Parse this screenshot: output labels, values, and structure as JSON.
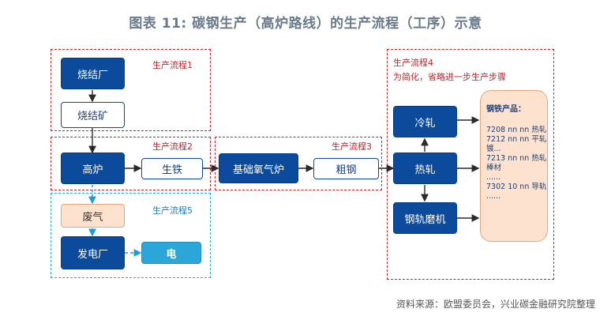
{
  "title": "图表 11: 碳钢生产（高炉路线）的生产流程（工序）示意",
  "stages": {
    "s1": "生产流程1",
    "s2": "生产流程2",
    "s3": "生产流程3",
    "s4": "生产流程4",
    "s4_note": "为简化，省略进一步生产步骤",
    "s5": "生产流程5"
  },
  "nodes": {
    "sinter_plant": "烧结厂",
    "sinter_ore": "烧结矿",
    "blast_furnace": "高炉",
    "pig_iron": "生铁",
    "bof": "基础氧气炉",
    "crude_steel": "粗钢",
    "cold_rolling": "冷轧",
    "hot_rolling": "热轧",
    "rail_mill": "钢轨磨机",
    "waste_gas": "废气",
    "power_plant": "发电厂",
    "electricity": "电"
  },
  "products": {
    "title": "钢铁产品：",
    "lines": [
      "7208 nn nn 热轧",
      "7212 nn nn 平轧，",
      "镀...",
      "7213 nn nn 热轧",
      "棒材",
      "......",
      "7302 10 nn 导轨",
      "......"
    ]
  },
  "source": "资料来源：欧盟委员会，兴业碳金融研究院整理",
  "colors": {
    "dark_box": "#0c4a9c",
    "frame_red": "#c0262b",
    "frame_blue": "#29a9d9",
    "peach": "#fde2cf",
    "cyan_box": "#2aa6d8"
  }
}
